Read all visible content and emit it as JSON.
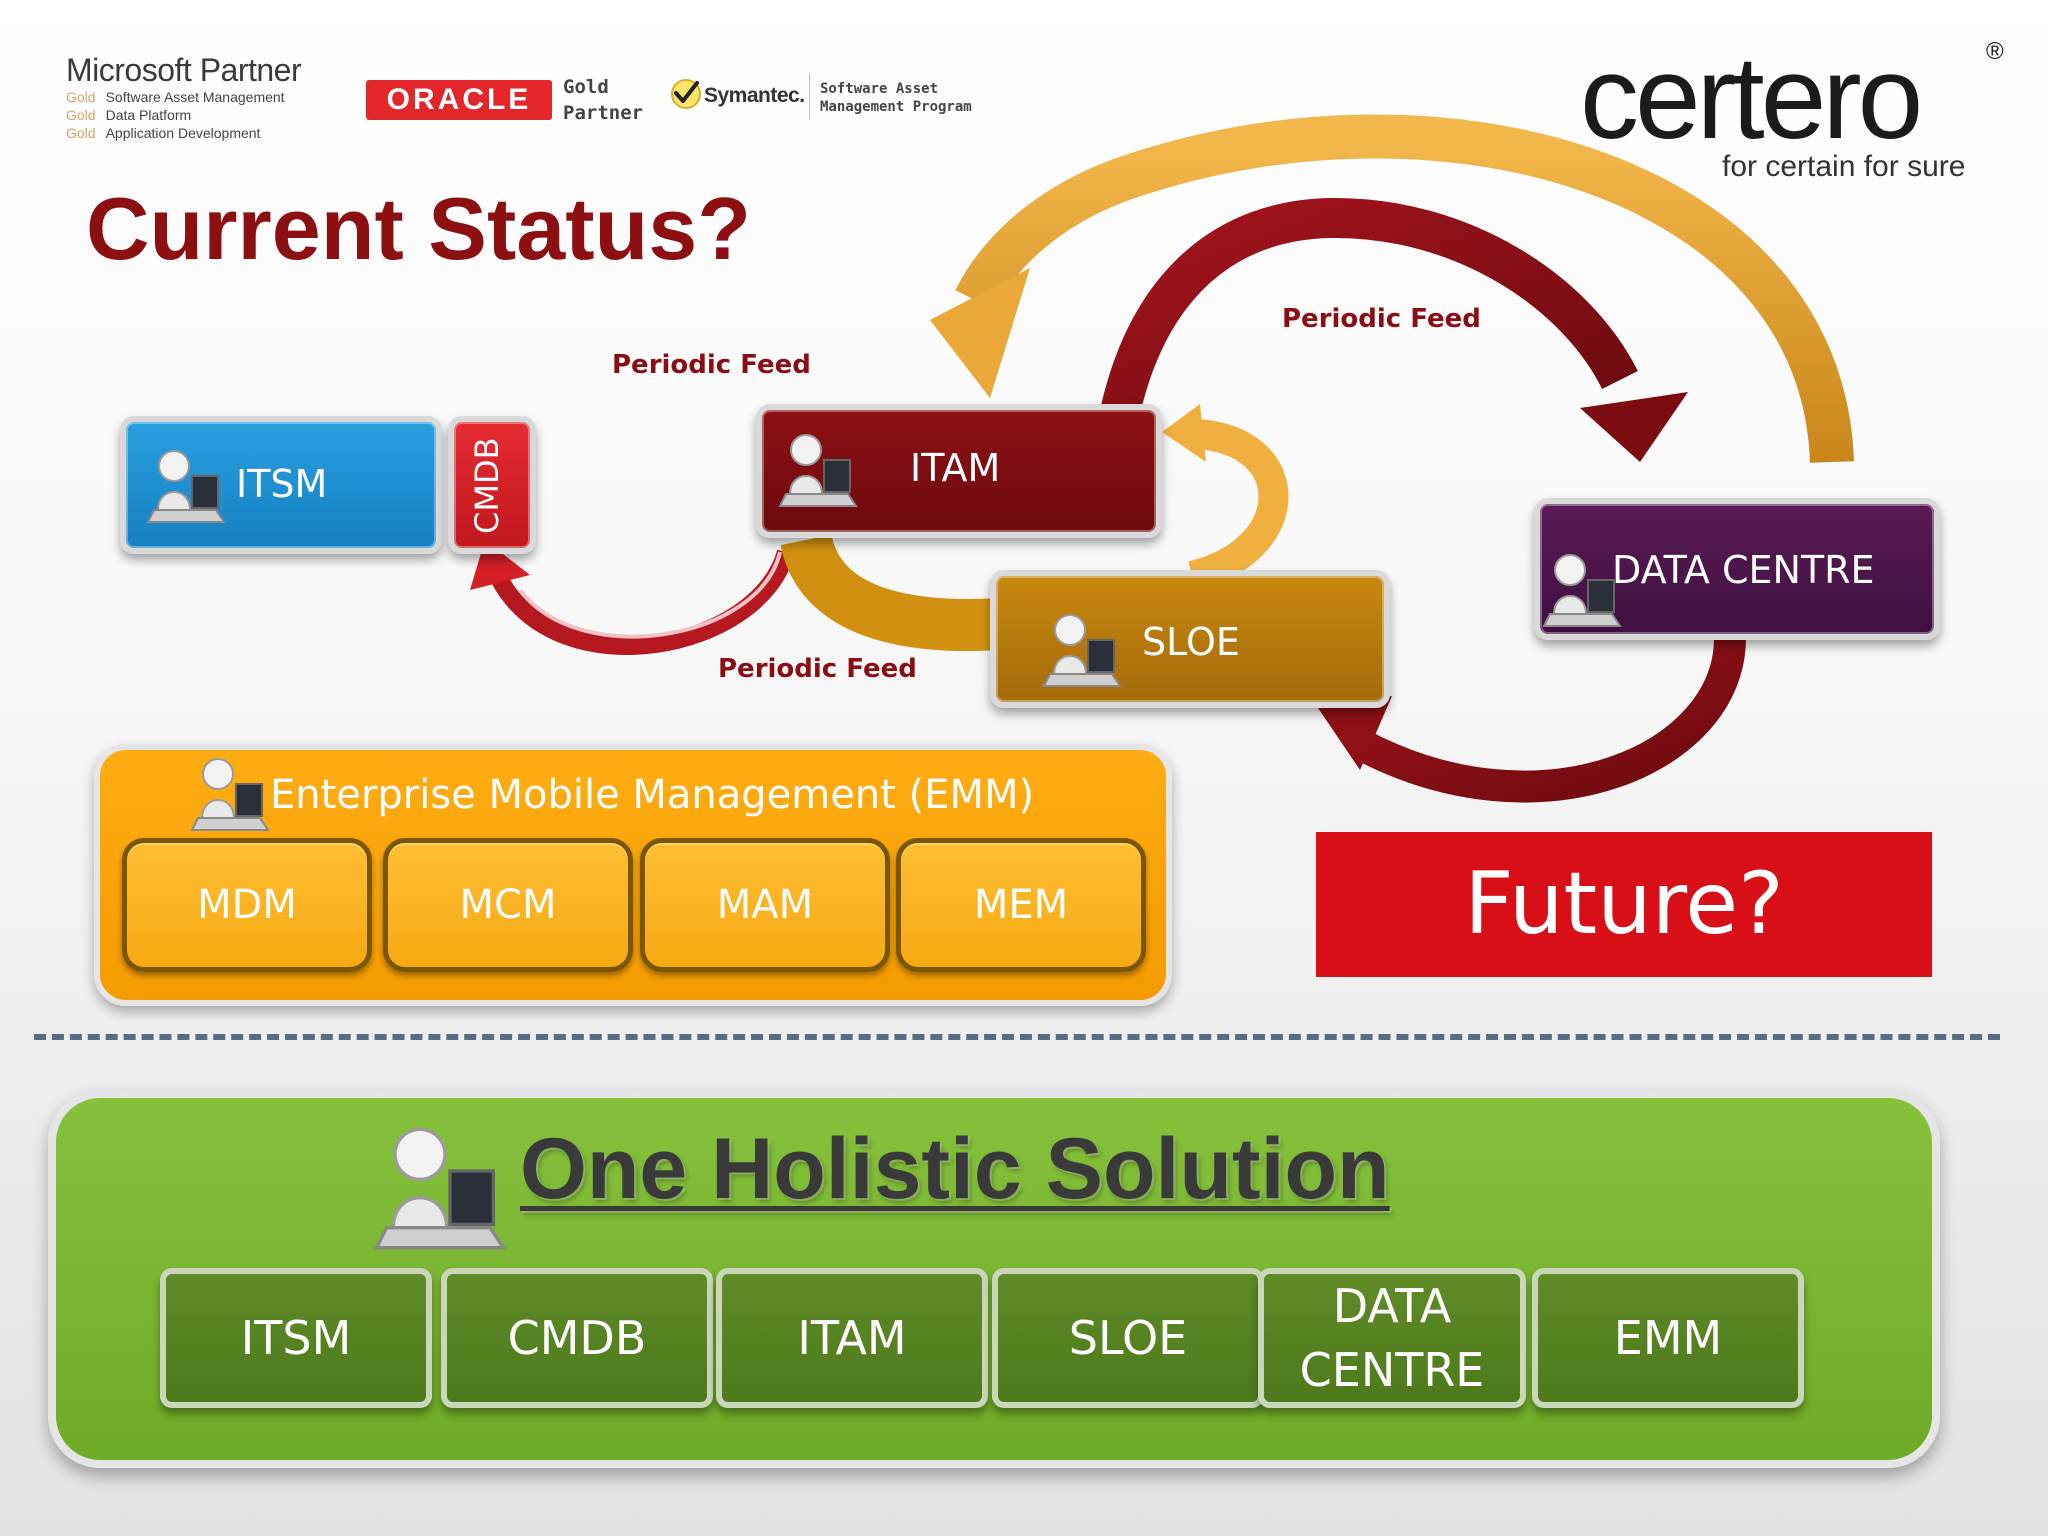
{
  "header": {
    "microsoft_partner": {
      "title": "Microsoft Partner",
      "competencies": [
        {
          "level": "Gold",
          "name": "Software Asset Management"
        },
        {
          "level": "Gold",
          "name": "Data Platform"
        },
        {
          "level": "Gold",
          "name": "Application Development"
        }
      ]
    },
    "oracle": {
      "logo_text": "ORACLE",
      "partner_line1": "Gold",
      "partner_line2": "Partner"
    },
    "symantec": {
      "name": "Symantec.",
      "program_line1": "Software Asset",
      "program_line2": "Management Program"
    },
    "certero": {
      "logo_text": "certero",
      "registered": "®",
      "tagline": "for certain for sure"
    }
  },
  "title": "Current Status?",
  "systems": {
    "itsm": {
      "label": "ITSM",
      "color": "#1d8fd0"
    },
    "cmdb": {
      "label": "CMDB",
      "color": "#d41f26"
    },
    "itam": {
      "label": "ITAM",
      "color": "#7d0c10"
    },
    "sloe": {
      "label": "SLOE",
      "color": "#b67810"
    },
    "data_centre": {
      "label": "DATA CENTRE",
      "color": "#4b1547"
    }
  },
  "feeds": {
    "itam_to_itsm": "Periodic Feed",
    "itam_to_sloe": "Periodic Feed",
    "itam_to_datacentre": "Periodic Feed"
  },
  "emm": {
    "title": "Enterprise Mobile Management (EMM)",
    "modules": [
      "MDM",
      "MCM",
      "MAM",
      "MEM"
    ],
    "color": "#f7a10a"
  },
  "future": {
    "label": "Future?",
    "color": "#d80f17"
  },
  "solution": {
    "title": "One Holistic Solution",
    "modules": [
      "ITSM",
      "CMDB",
      "ITAM",
      "SLOE",
      "DATA CENTRE",
      "EMM"
    ],
    "color": "#7cb733"
  },
  "icons": {
    "user": "user-at-computer-icon",
    "check": "checkmark-icon"
  }
}
